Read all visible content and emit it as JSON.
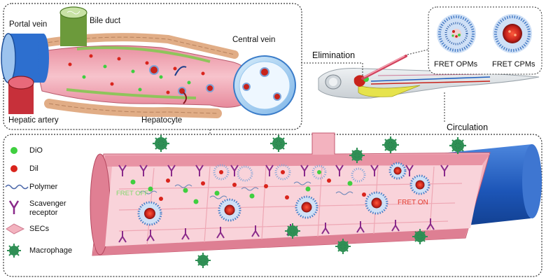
{
  "liver": {
    "portal_vein": "Portal vein",
    "bile_duct": "Bile duct",
    "central_vein": "Central vein",
    "hepatic_artery": "Hepatic artery",
    "hepatocyte": "Hepatocyte"
  },
  "fish": {
    "elimination": "Elimination",
    "circulation": "Circulation"
  },
  "micelles": {
    "opm": "FRET OPMs",
    "cpm": "FRET CPMs"
  },
  "legend": {
    "dio": "DiO",
    "dil": "Dil",
    "polymer": "Polymer",
    "scavenger_line1": "Scavenger",
    "scavenger_line2": "receptor",
    "secs": "SECs",
    "macrophage": "Macrophage"
  },
  "vessel": {
    "fret_off": "FRET OFF",
    "fret_on": "FRET ON"
  },
  "colors": {
    "dio_green": "#3fcf3f",
    "dil_red": "#d9241c",
    "vessel_blue": "#1f5fbf",
    "tissue_pink": "#f2a7b5",
    "receptor_purple": "#8a2a8a",
    "macrophage_green": "#2f8f55"
  }
}
